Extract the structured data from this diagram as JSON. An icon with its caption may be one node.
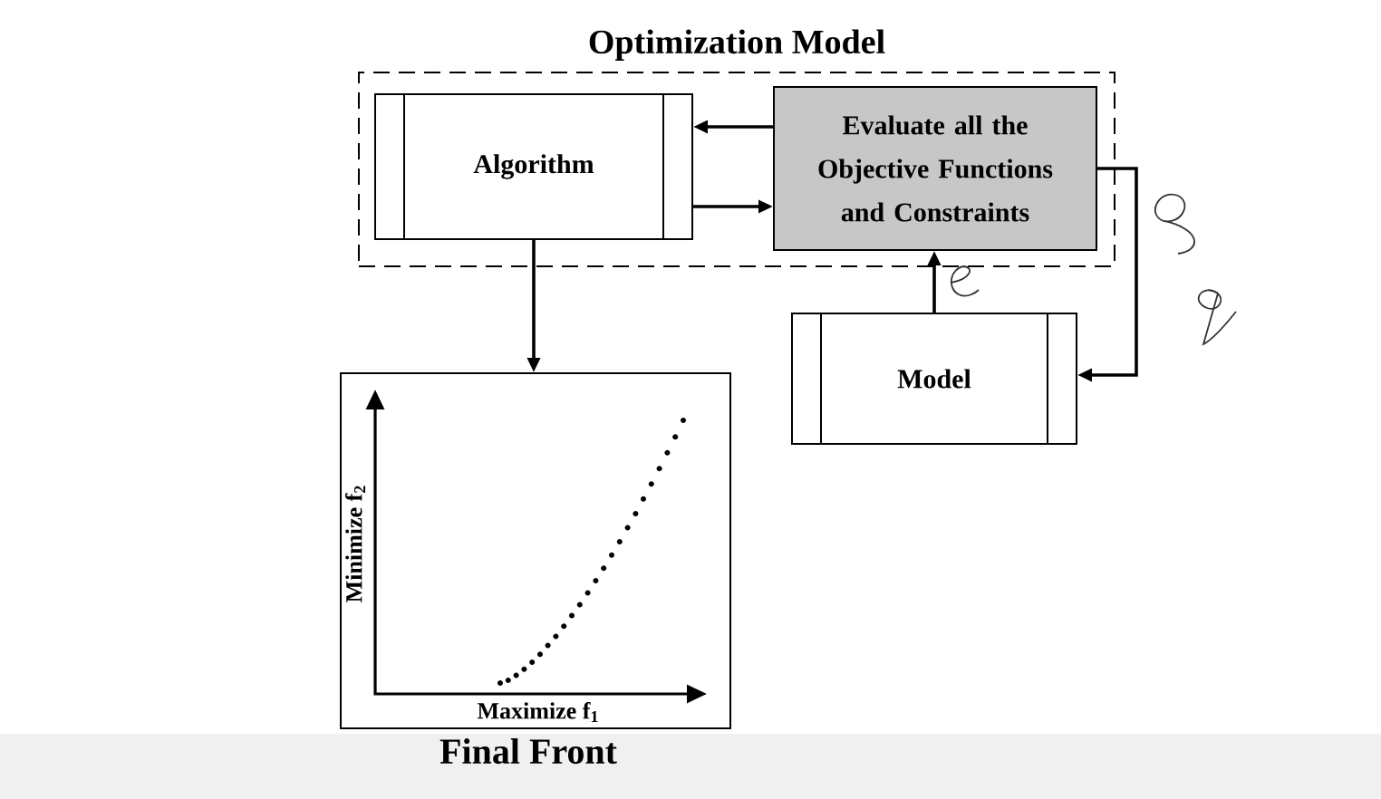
{
  "diagram": {
    "nodes": [
      {
        "text": [
          "Optimization Model"
        ]
      },
      {
        "text": [
          "Algorithm"
        ],
        "in": 0
      },
      {
        "text": [
          "Evaluate all the Objective Functions and Constraints"
        ],
        "in": 0
      },
      {
        "text": [
          "Model"
        ]
      },
      {
        "text": [
          "Final Front"
        ]
      }
    ],
    "edges": [
      {
        "from": 2,
        "to": 1,
        "arrow": "to"
      },
      {
        "from": 1,
        "to": 2,
        "arrow": "to"
      },
      {
        "from": 1,
        "to": 4,
        "arrow": "to"
      },
      {
        "from": 3,
        "to": 2,
        "arrow": "to"
      },
      {
        "from": 2,
        "to": 3,
        "arrow": "to"
      }
    ],
    "labels": [
      "Minimize f$_{2}$",
      "Maximize f$_{1}$"
    ]
  }
}
